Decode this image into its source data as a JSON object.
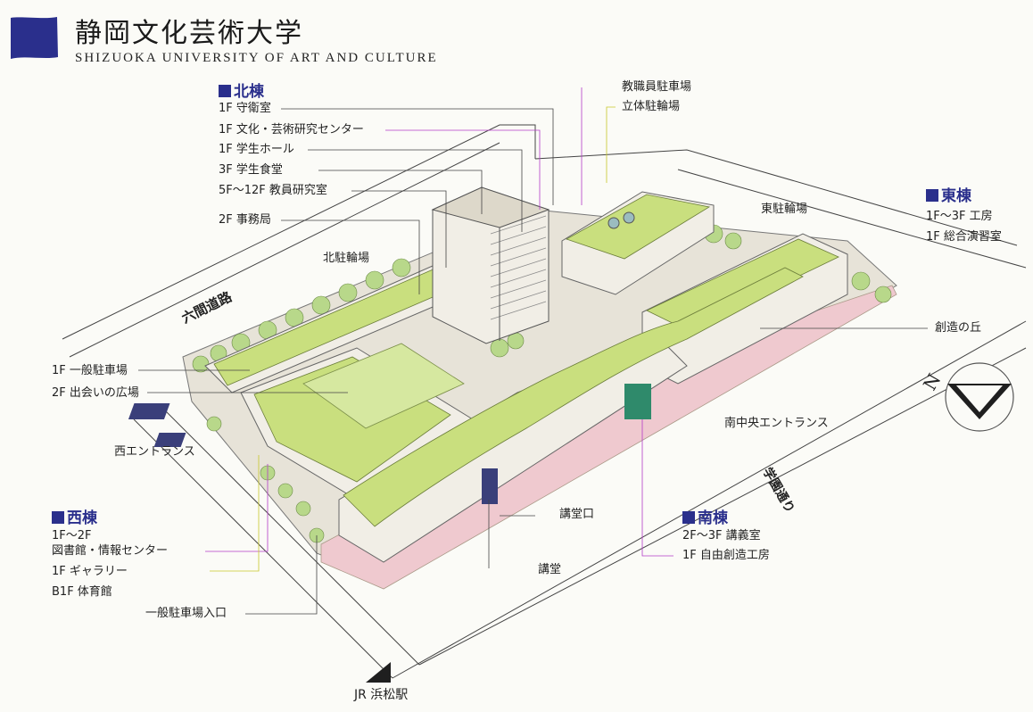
{
  "header": {
    "title_ja": "静岡文化芸術大学",
    "title_en": "SHIZUOKA UNIVERSITY OF ART AND CULTURE"
  },
  "north_building": {
    "heading": "北棟",
    "items": [
      "1F 守衛室",
      "1F 文化・芸術研究センター",
      "1F 学生ホール",
      "3F 学生食堂",
      "5F～12F 教員研究室",
      "2F 事務局"
    ]
  },
  "east_building": {
    "heading": "東棟",
    "items": [
      "1F～3F 工房",
      "1F 総合演習室"
    ]
  },
  "west_building": {
    "heading": "西棟",
    "items": [
      "1F～2F",
      "図書館・情報センター",
      "1F ギャラリー",
      "B1F 体育館"
    ]
  },
  "south_building": {
    "heading": "南棟",
    "items": [
      "2F～3F 講義室",
      "1F 自由創造工房"
    ]
  },
  "labels": {
    "staff_parking": "教職員駐車場",
    "bike_parking_multi": "立体駐輪場",
    "east_bike_parking": "東駐輪場",
    "north_bike_parking": "北駐輪場",
    "creative_hill": "創造の丘",
    "general_parking": "1F 一般駐車場",
    "plaza": "2F 出会いの広場",
    "west_entrance": "西エントランス",
    "south_central_entrance": "南中央エントランス",
    "auditorium_entrance": "講堂口",
    "auditorium": "講堂",
    "parking_entrance": "一般駐車場入口",
    "station": "JR 浜松駅"
  },
  "roads": {
    "rokkenmichi": "六間道路",
    "gakuen_dori": "学園通り"
  },
  "compass": {
    "north": "N"
  },
  "colors": {
    "accent_blue": "#2a2f8c",
    "roof_green": "#c9df7e",
    "building": "#f1eee6",
    "plaza_pink": "#efc9cf"
  }
}
